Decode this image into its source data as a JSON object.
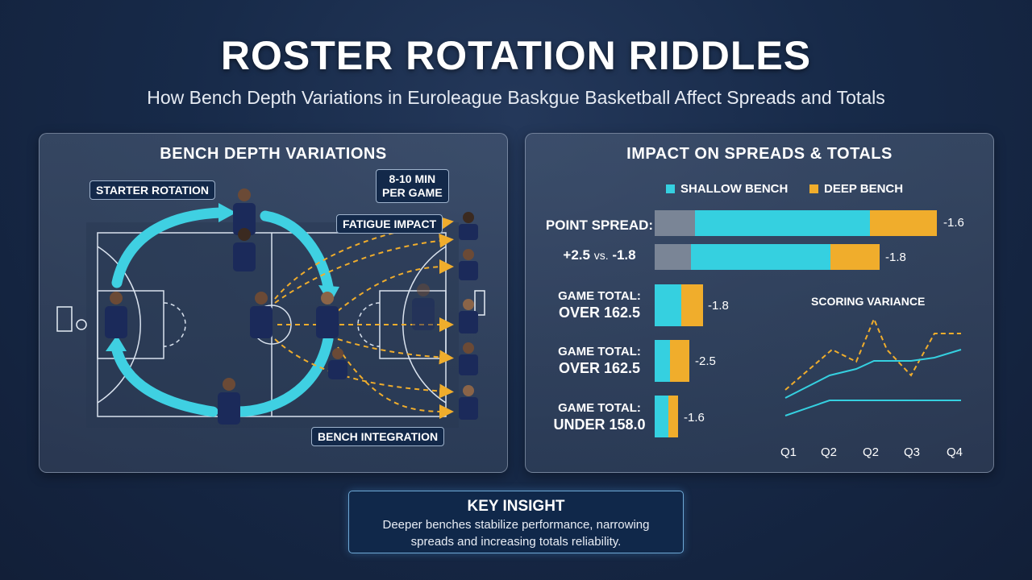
{
  "header": {
    "title": "ROSTER ROTATION RIDDLES",
    "subtitle": "How Bench Depth Variations in Euroleague Baskgue Basketball Affect Spreads and Totals"
  },
  "left_panel": {
    "title": "BENCH DEPTH VARIATIONS",
    "labels": {
      "starter_rotation": "STARTER ROTATION",
      "minutes_line1": "8-10 MIN",
      "minutes_line2": "PER GAME",
      "fatigue_impact": "FATIGUE IMPACT",
      "bench_integration": "BENCH INTEGRATION"
    }
  },
  "right_panel": {
    "title": "IMPACT ON SPREADS & TOTALS",
    "legend": {
      "shallow": "SHALLOW BENCH",
      "deep": "DEEP BENCH"
    },
    "row_labels": {
      "r1_line1": "POINT SPREAD:",
      "r1_line2_a": "+2.5",
      "r1_line2_b": "vs.",
      "r1_line2_c": "-1.8",
      "r3_line1": "GAME TOTAL:",
      "r3_line2": "OVER 162.5",
      "r4_line1": "GAME TOTAL:",
      "r4_line2": "OVER 162.5",
      "r5_line1": "GAME TOTAL:",
      "r5_line2": "UNDER 158.0"
    },
    "bar_values": [
      "-1.6",
      "-1.8",
      "-1.8",
      "-2.5",
      "-1.6"
    ],
    "variance": {
      "title": "SCORING VARIANCE",
      "quarters": [
        "Q1",
        "Q2",
        "Q2",
        "Q3",
        "Q4"
      ]
    }
  },
  "insight": {
    "title": "KEY INSIGHT",
    "line1": "Deeper benches stabilize performance, narrowing",
    "line2": "spreads and increasing totals reliability."
  },
  "colors": {
    "shallow": "#35d0e0",
    "deep": "#f0ad2c",
    "gray_bar": "#7a8596",
    "arrow": "#3fd0e2",
    "dashed": "#f0ad2c",
    "jersey": "#1b2a5a"
  }
}
